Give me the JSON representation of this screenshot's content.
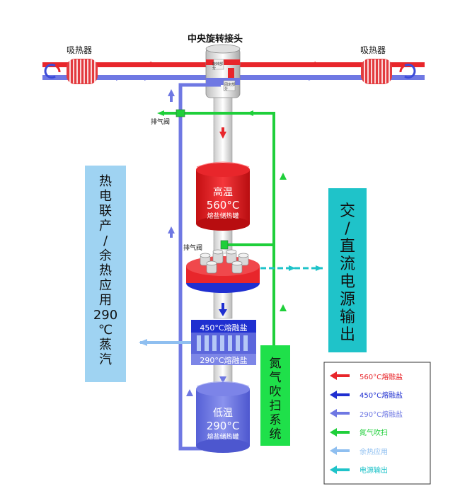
{
  "title": "中央旋转接头",
  "absorber_left": "吸热器",
  "absorber_right": "吸热器",
  "joint_labels": [
    "旋转部分",
    "固定部分"
  ],
  "vent_top": "排气阀",
  "vent_mid": "排气阀",
  "hot_tank": {
    "line1": "高温",
    "line2": "560°C",
    "line3": "熔盐储热罐"
  },
  "exchanger": {
    "top": "450°C熔融盐",
    "bottom": "290°C熔融盐"
  },
  "cold_tank": {
    "line1": "低温",
    "line2": "290°C",
    "line3": "熔盐储热罐"
  },
  "left_box": [
    "热",
    "电",
    "联",
    "产",
    "/",
    "余",
    "热",
    "应",
    "用",
    "290",
    "℃",
    "蒸",
    "汽"
  ],
  "right_box": [
    "交",
    "/",
    "直",
    "流",
    "电",
    "源",
    "输",
    "出"
  ],
  "nitrogen_box": [
    "氮",
    "气",
    "吹",
    "扫",
    "系",
    "统"
  ],
  "legend": [
    {
      "label": "560°C熔融盐",
      "color": "#e8262b"
    },
    {
      "label": "450°C熔融盐",
      "color": "#1f2fd0"
    },
    {
      "label": "290°C熔融盐",
      "color": "#6f78e3"
    },
    {
      "label": "氮气吹扫",
      "color": "#1fcf3a"
    },
    {
      "label": "余热应用",
      "color": "#8fbff0"
    },
    {
      "label": "电源输出",
      "color": "#1fc3c9"
    }
  ],
  "colors": {
    "hot": "#e8262b",
    "warm": "#1f2fd0",
    "cold": "#6f78e3",
    "nitrogen": "#1fcf3a",
    "waste_heat": "#8fbff0",
    "power": "#1fc3c9",
    "left_box_bg": "#9fd3f2",
    "right_box_bg": "#1fc3c9",
    "nitrogen_box_bg": "#1fe04a"
  }
}
